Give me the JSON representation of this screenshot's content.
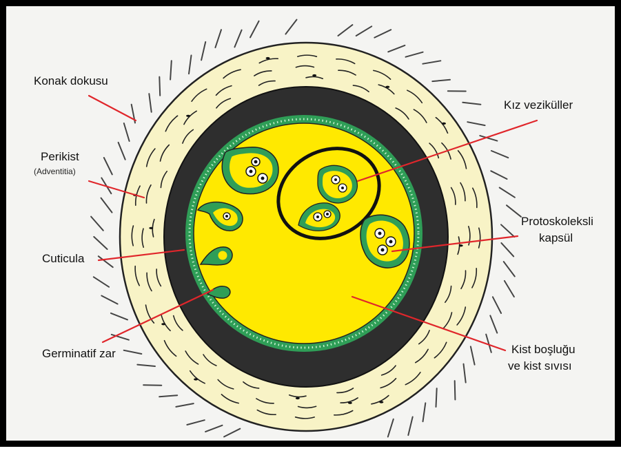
{
  "labels": {
    "konak": "Konak dokusu",
    "perikist": "Perikist",
    "adventitia": "(Adventitia)",
    "cuticula": "Cuticula",
    "germinatif": "Germinatif zar",
    "kiz": "Kız veziküller",
    "proto_line1": "Protoskoleksli",
    "proto_line2": "kapsül",
    "kist_line1": "Kist boşluğu",
    "kist_line2": "ve kist sıvısı"
  },
  "colors": {
    "frame": "#000000",
    "background": "#f4f4f2",
    "host_tissue": "#f8f3c6",
    "cuticula": "#2e2e2e",
    "germinal_layer": "#2f9e57",
    "cyst_fluid": "#ffe900",
    "pointer_line": "#e0262b"
  }
}
